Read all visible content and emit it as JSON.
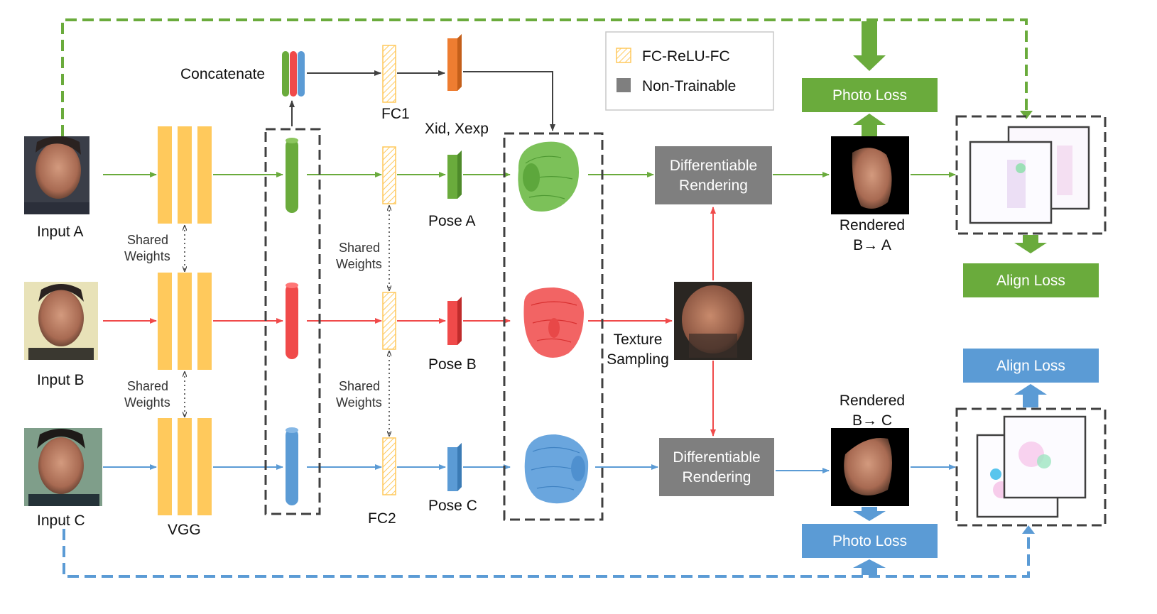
{
  "inputs": {
    "a": "Input A",
    "b": "Input B",
    "c": "Input C"
  },
  "backbone": {
    "vgg": "VGG",
    "shared_weights_line1": "Shared",
    "shared_weights_line2": "Weights"
  },
  "concatenate": "Concatenate",
  "fc1": "FC1",
  "fc2": "FC2",
  "params": "Xid, Xexp",
  "poses": {
    "a": "Pose A",
    "b": "Pose B",
    "c": "Pose C"
  },
  "legend": {
    "fc": "FC-ReLU-FC",
    "non_trainable": "Non-Trainable"
  },
  "rendering": {
    "line1": "Differentiable",
    "line2": "Rendering"
  },
  "texture": {
    "line1": "Texture",
    "line2": "Sampling"
  },
  "rendered_a": {
    "line1": "Rendered",
    "line2": "B→ A"
  },
  "rendered_c": {
    "line1": "Rendered",
    "line2": "B→ C"
  },
  "losses": {
    "photo": "Photo Loss",
    "align": "Align Loss"
  },
  "colors": {
    "green": "#6aab3c",
    "red": "#f04a4a",
    "blue": "#5b9bd5",
    "yellow": "#ffc95c",
    "gray": "#7f7f7f",
    "orange": "#ee7d31",
    "dark": "#404040"
  }
}
